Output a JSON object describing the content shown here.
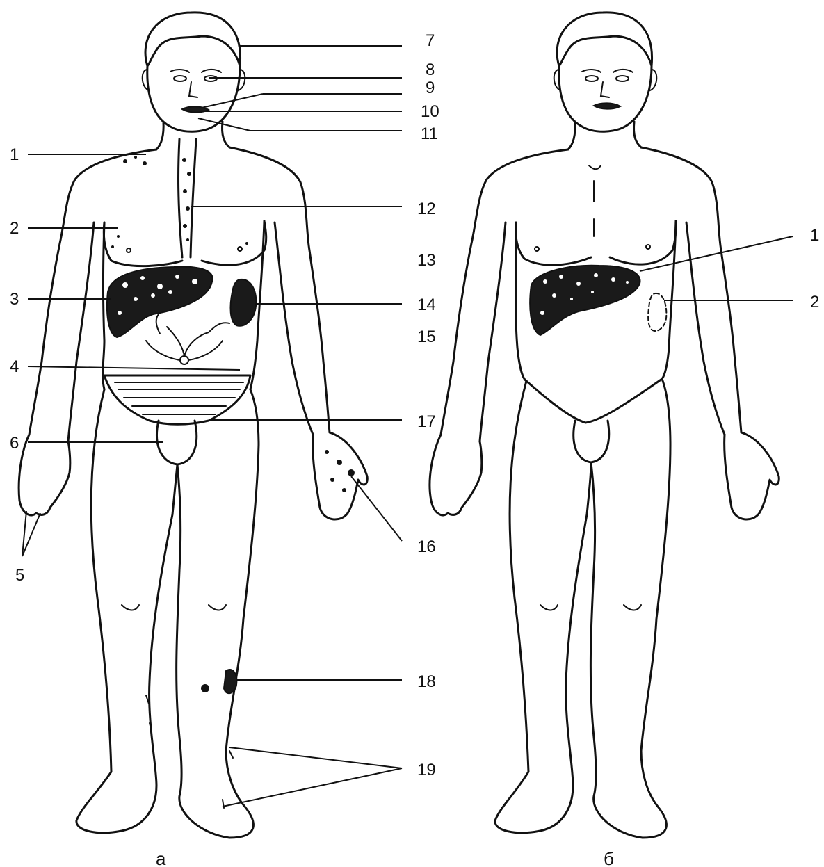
{
  "figure_a": {
    "caption": "а",
    "labels": {
      "l1": "1",
      "l2": "2",
      "l3": "3",
      "l4": "4",
      "l5": "5",
      "l6": "6",
      "l7": "7",
      "l8": "8",
      "l9": "9",
      "l10": "10",
      "l11": "11",
      "l12": "12",
      "l13": "13",
      "l14": "14",
      "l15": "15",
      "l16": "16",
      "l17": "17",
      "l18": "18",
      "l19": "19"
    }
  },
  "figure_b": {
    "caption": "б",
    "labels": {
      "l1": "1",
      "l2": "2"
    }
  }
}
